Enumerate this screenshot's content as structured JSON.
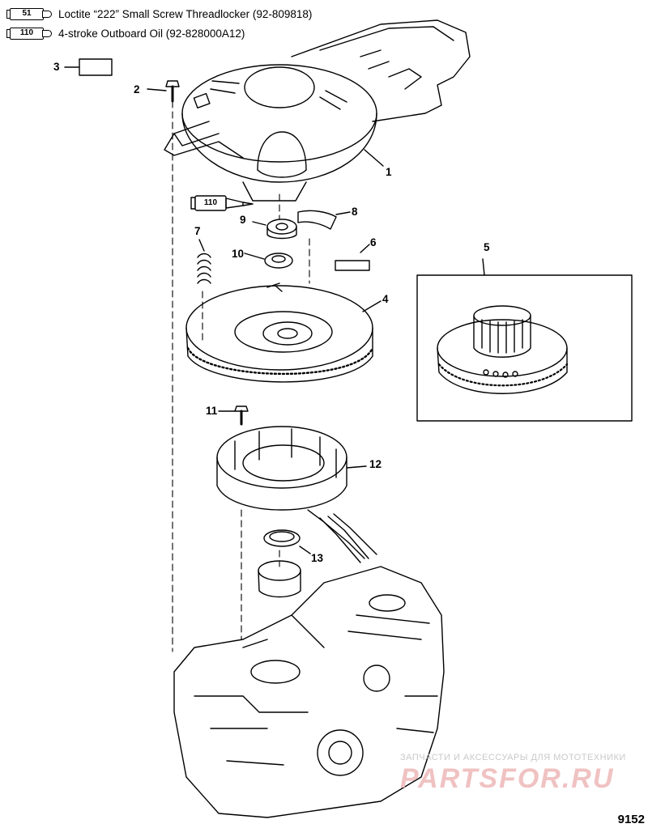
{
  "legend": [
    {
      "code": "51",
      "text": "Loctite “222” Small Screw Threadlocker  (92-809818)"
    },
    {
      "code": "110",
      "text": "4-stroke Outboard Oil (92-828000A12)"
    }
  ],
  "callouts": {
    "c1": "1",
    "c2": "2",
    "c3": "3",
    "c4": "4",
    "c5": "5",
    "c6": "6",
    "c7": "7",
    "c8": "8",
    "c9": "9",
    "c10": "10",
    "c11": "11",
    "c12": "12",
    "c13": "13"
  },
  "oil_tube_code": "110",
  "watermark": {
    "line1": "ЗАПЧАСТИ И АКСЕССУАРЫ ДЛЯ МОТОТЕХНИКИ",
    "line2": "PARTSFOR.RU"
  },
  "figure_number": "9152"
}
